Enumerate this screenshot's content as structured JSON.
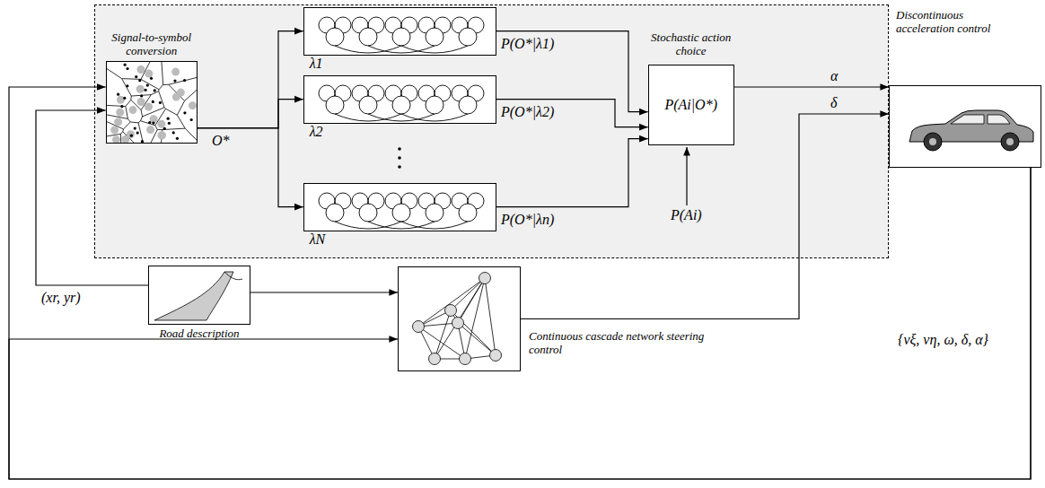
{
  "diagram": {
    "nodes": [
      {
        "text": [
          "Discontinuous acceleration control"
        ]
      },
      {
        "text": [
          "Signal-to-symbol conversion"
        ],
        "in": 0
      },
      {
        "text": [
          "λ1"
        ],
        "in": 0
      },
      {
        "text": [
          "λ2"
        ],
        "in": 0
      },
      {
        "text": [
          "λN"
        ],
        "in": 0
      },
      {
        "text": [
          "Stochastic action choice",
          "P(Ai|O*)"
        ],
        "in": 0
      },
      {
        "text": []
      },
      {
        "text": [
          "Road description"
        ]
      },
      {
        "text": [
          "Continuous cascade network steering control"
        ]
      }
    ],
    "edges": [
      {
        "from": 1,
        "to": 2,
        "arrow": "to"
      },
      {
        "from": 1,
        "to": 3,
        "arrow": "to"
      },
      {
        "from": 1,
        "to": 4,
        "arrow": "to"
      },
      {
        "from": 2,
        "to": 5,
        "arrow": "to",
        "label": "P(O*|λ1)"
      },
      {
        "from": 3,
        "to": 5,
        "arrow": "to",
        "label": "P(O*|λ2)"
      },
      {
        "from": 4,
        "to": 5,
        "arrow": "to",
        "label": "P(O*|λn)"
      },
      {
        "from": 5,
        "to": 6,
        "arrow": "to",
        "label": "α"
      },
      {
        "from": 8,
        "to": 6,
        "arrow": "to",
        "label": "δ"
      },
      {
        "from": 6,
        "to": 1,
        "arrow": "to"
      },
      {
        "from": 6,
        "to": 8,
        "arrow": "to"
      },
      {
        "from": 7,
        "to": 1,
        "arrow": "to"
      },
      {
        "from": 7,
        "to": 8,
        "arrow": "to"
      }
    ],
    "labels": [
      "O*",
      "P(Ai)",
      "(xr, yr)",
      "{vξ, vη, ω, δ, α}"
    ]
  }
}
